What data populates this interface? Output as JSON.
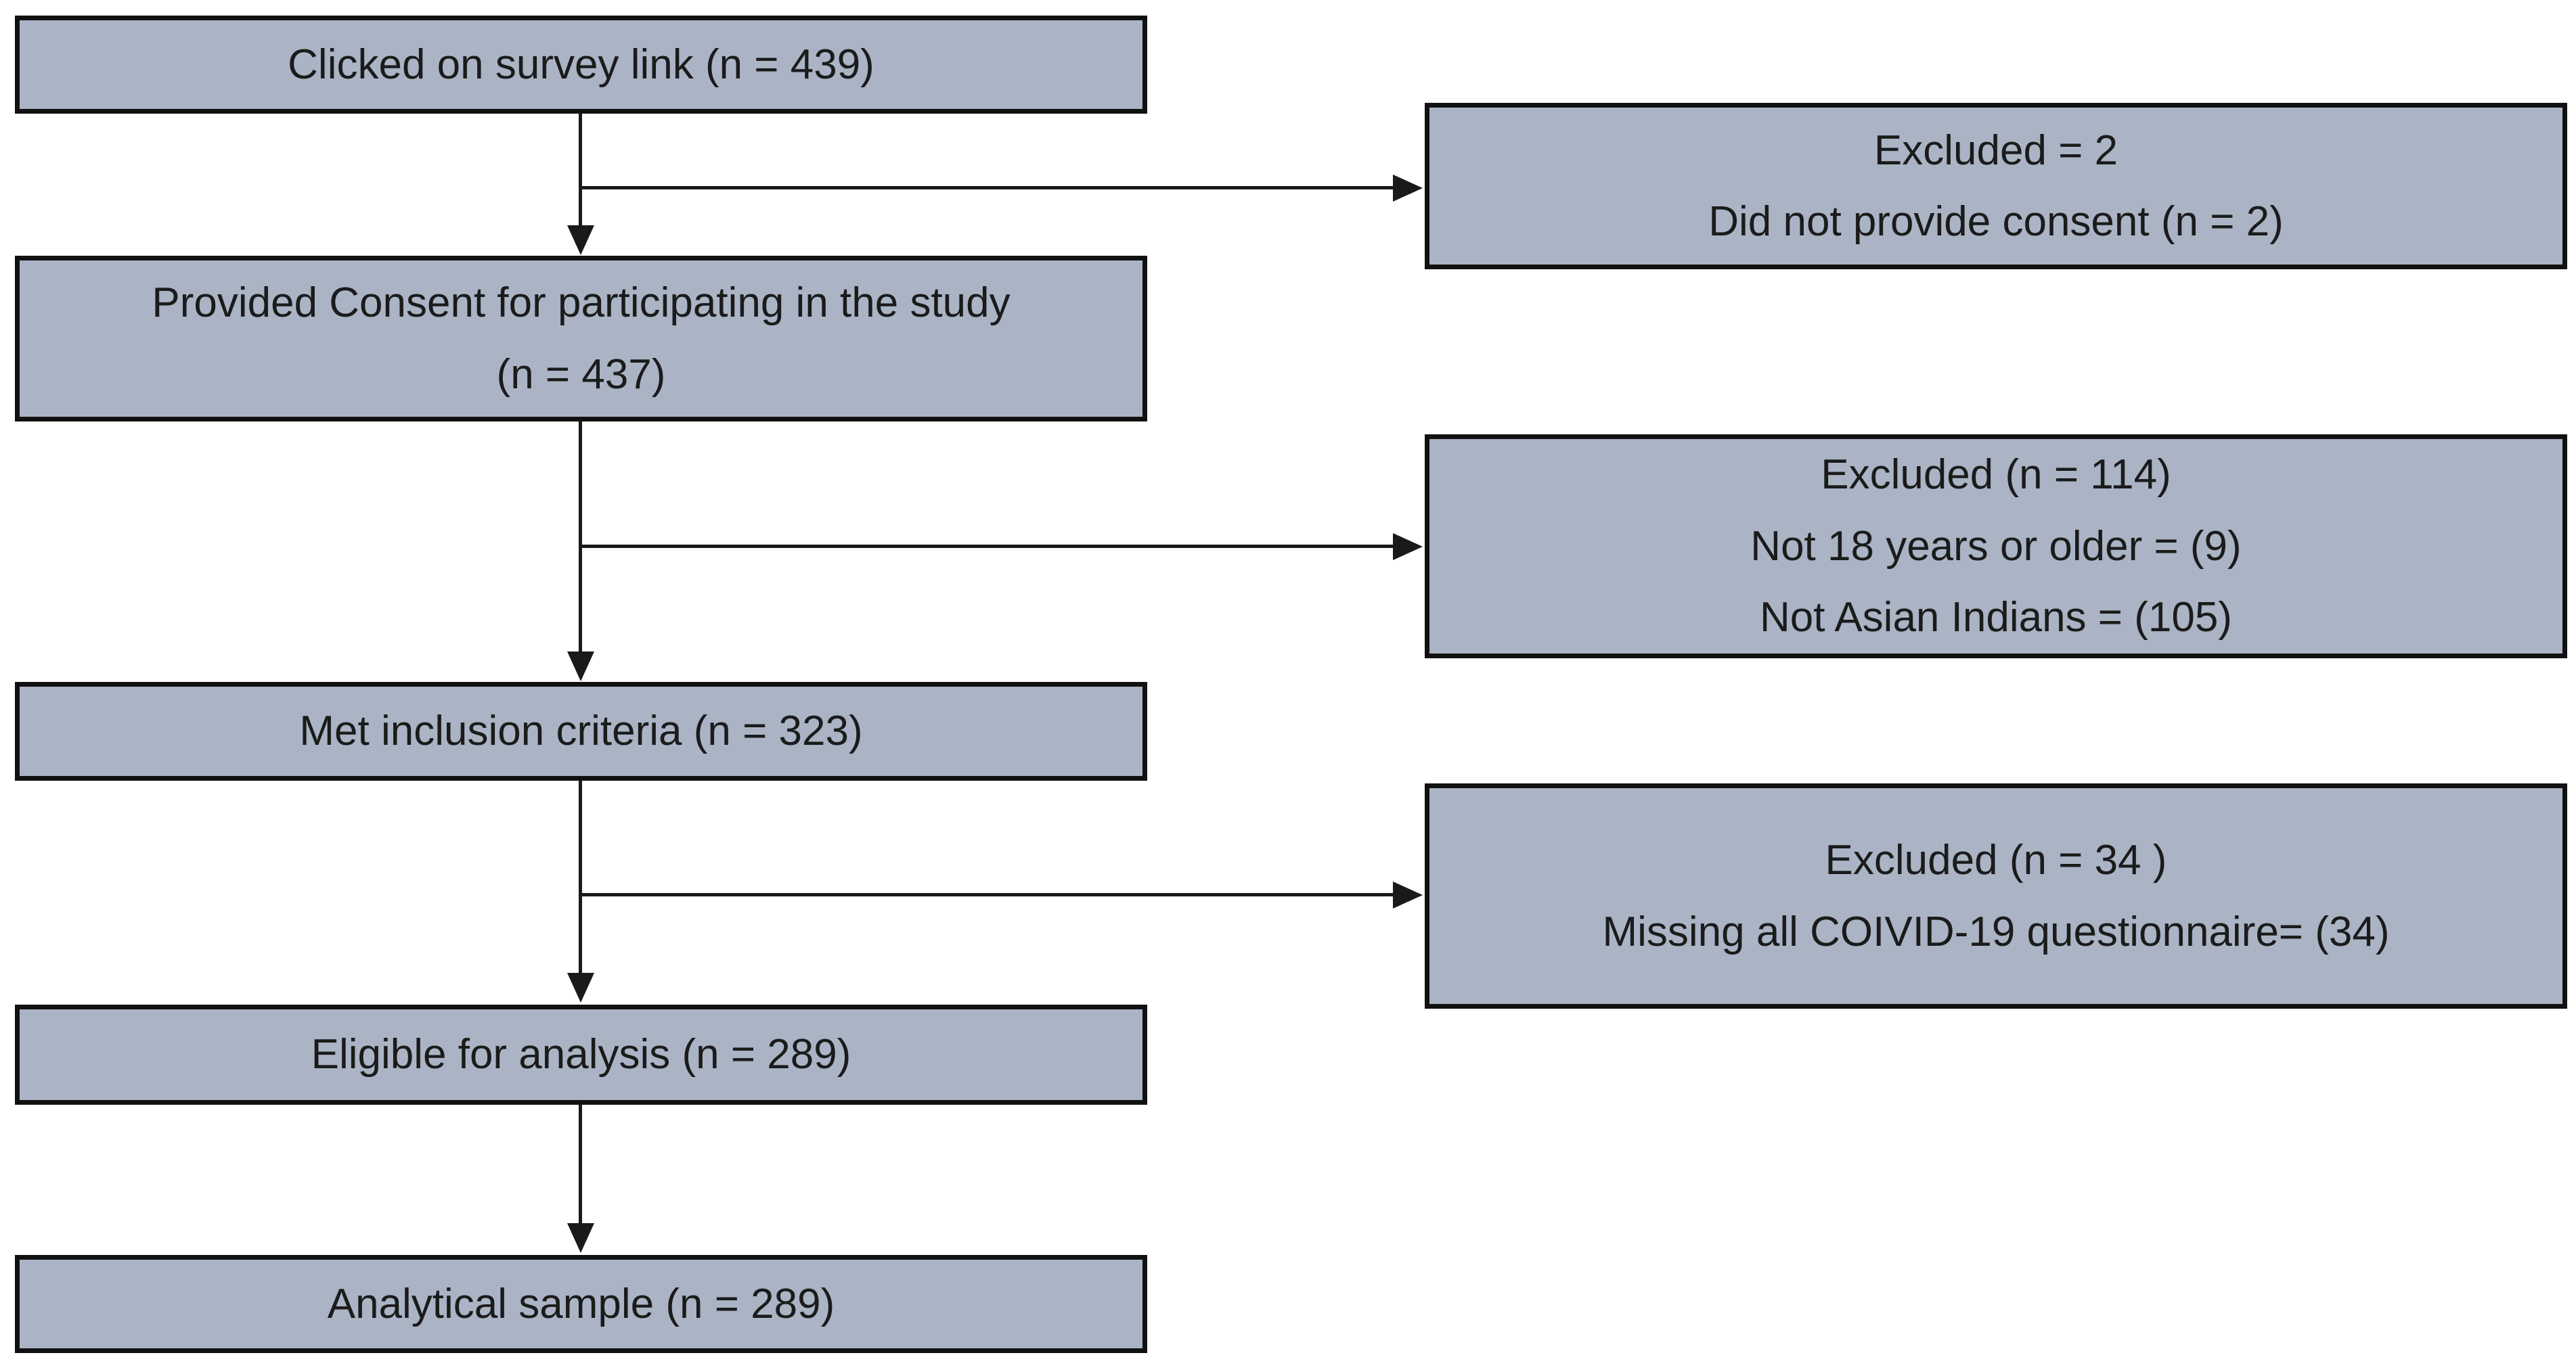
{
  "diagram": {
    "type": "participant-flow-chart",
    "left_boxes": [
      {
        "id": "clicked",
        "lines": [
          "Clicked on survey link (n = 439)"
        ]
      },
      {
        "id": "consent",
        "lines": [
          "Provided Consent for participating in the study",
          "(n = 437)"
        ]
      },
      {
        "id": "inclusion",
        "lines": [
          "Met inclusion criteria (n = 323)"
        ]
      },
      {
        "id": "eligible",
        "lines": [
          "Eligible for analysis (n = 289)"
        ]
      },
      {
        "id": "analytical",
        "lines": [
          "Analytical sample (n = 289)"
        ]
      }
    ],
    "right_boxes": [
      {
        "id": "excluded-consent",
        "lines": [
          "Excluded = 2",
          "Did not provide consent (n = 2)"
        ]
      },
      {
        "id": "excluded-criteria",
        "lines": [
          "Excluded (n = 114)",
          "Not 18 years or older = (9)",
          "Not Asian Indians = (105)"
        ]
      },
      {
        "id": "excluded-missing",
        "lines": [
          "Excluded (n = 34 )",
          "Missing all COIVID-19 questionnaire= (34)"
        ]
      }
    ],
    "connections": [
      {
        "from": "clicked",
        "to": "consent",
        "direction": "down"
      },
      {
        "from": "consent",
        "to": "inclusion",
        "direction": "down"
      },
      {
        "from": "inclusion",
        "to": "eligible",
        "direction": "down"
      },
      {
        "from": "eligible",
        "to": "analytical",
        "direction": "down"
      },
      {
        "from": "clicked",
        "to": "excluded-consent",
        "direction": "right"
      },
      {
        "from": "consent",
        "to": "excluded-criteria",
        "direction": "right"
      },
      {
        "from": "inclusion",
        "to": "excluded-missing",
        "direction": "right"
      }
    ],
    "colors": {
      "box_fill": "#aab4c5",
      "box_border": "#111111",
      "arrow": "#1a1a1a",
      "background": "#ffffff"
    }
  }
}
